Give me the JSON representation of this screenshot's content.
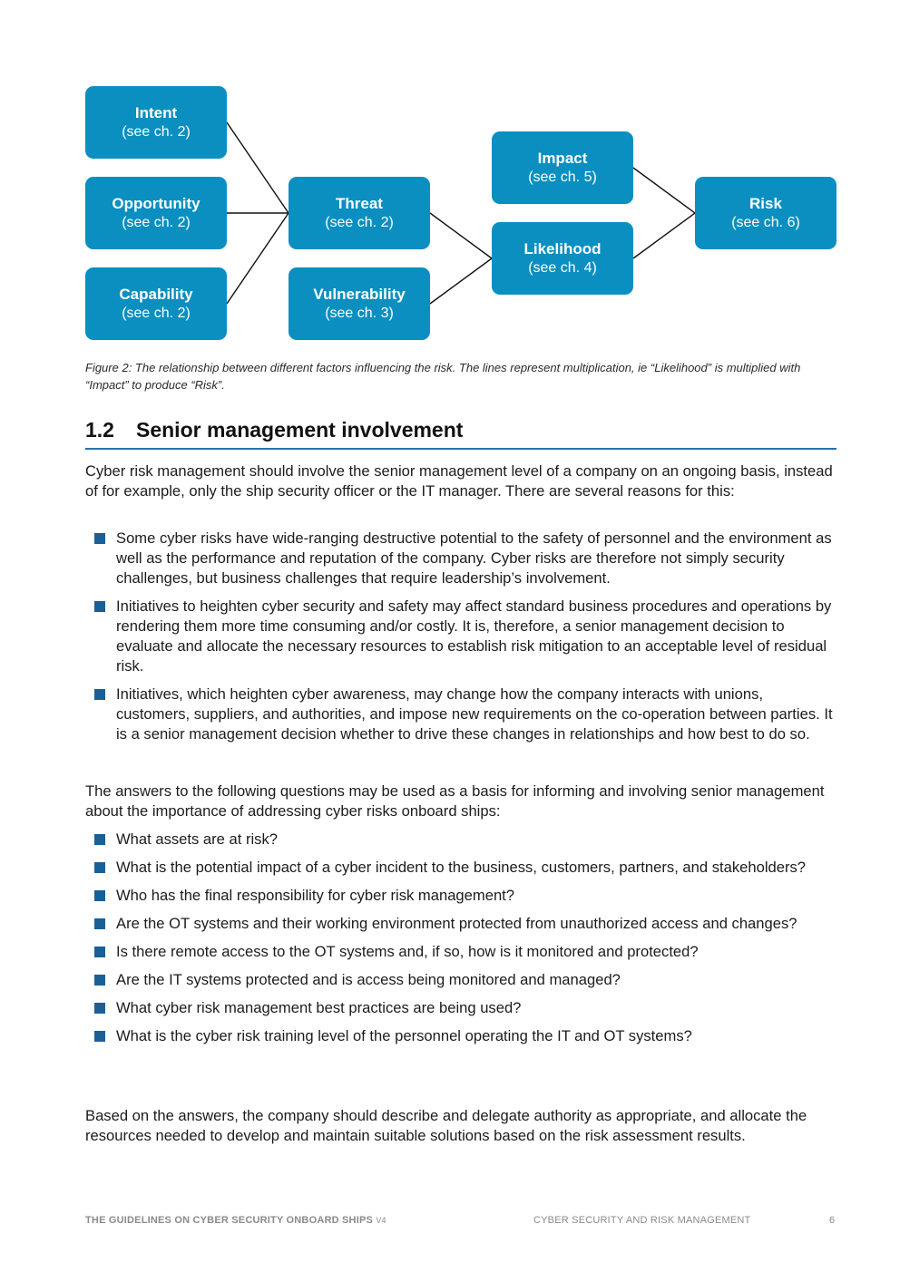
{
  "diagram": {
    "boxes": {
      "intent": {
        "title": "Intent",
        "sub": "(see ch. 2)"
      },
      "opportunity": {
        "title": "Opportunity",
        "sub": "(see ch. 2)"
      },
      "capability": {
        "title": "Capability",
        "sub": "(see ch. 2)"
      },
      "threat": {
        "title": "Threat",
        "sub": "(see ch. 2)"
      },
      "vulnerability": {
        "title": "Vulnerability",
        "sub": "(see ch. 3)"
      },
      "impact": {
        "title": "Impact",
        "sub": "(see ch. 5)"
      },
      "likelihood": {
        "title": "Likelihood",
        "sub": "(see ch. 4)"
      },
      "risk": {
        "title": "Risk",
        "sub": "(see ch. 6)"
      }
    },
    "box_color": "#0a8fc0"
  },
  "caption": {
    "label": "Figure 2:",
    "text": " The relationship between different factors influencing the risk. The lines represent multiplication, ie “Likelihood” is multiplied with “Impact” to produce “Risk”."
  },
  "section": {
    "number": "1.2",
    "title": "Senior management involvement"
  },
  "intro": "Cyber risk management should involve the senior management level of a company on an ongoing basis, instead of for example, only the ship security officer or the IT manager. There are several reasons for this:",
  "reasons": [
    "Some cyber risks have wide-ranging destructive potential to the safety of personnel and the environment as well as the performance and reputation of the company. Cyber risks are therefore not simply security challenges, but business challenges that require leadership’s involvement.",
    "Initiatives to heighten cyber security and safety may affect standard business procedures and operations by rendering them more time consuming and/or costly. It is, therefore, a senior management decision to evaluate and allocate the necessary resources to establish risk mitigation to an acceptable level of residual risk.",
    "Initiatives, which heighten cyber awareness, may change how the company interacts with unions, customers, suppliers, and authorities, and impose new requirements on the co-operation between parties. It is a senior management decision whether to drive these changes in relationships and how best to do so."
  ],
  "questions_intro": "The answers to the following questions may be used as a basis for informing and involving senior management about the importance of addressing cyber risks onboard ships:",
  "questions": [
    "What assets are at risk?",
    "What is the potential impact of a cyber incident to the business, customers, partners, and stakeholders?",
    "Who has the final responsibility for cyber risk management?",
    "Are the OT systems and their working environment protected from unauthorized access and changes?",
    "Is there remote access to the OT systems and, if so, how is it monitored and protected?",
    "Are the IT systems protected and is access being monitored and managed?",
    "What cyber risk management best practices are being used?",
    "What is the cyber risk training level of the personnel operating the IT and OT systems?"
  ],
  "closing": "Based on the answers, the company should describe and delegate authority as appropriate, and allocate the resources needed to develop and maintain suitable solutions based on the risk assessment results.",
  "footer": {
    "doc_title": "THE GUIDELINES ON CYBER SECURITY ONBOARD SHIPS",
    "version": "V4",
    "chapter": "CYBER SECURITY AND RISK MANAGEMENT",
    "page": "6"
  }
}
